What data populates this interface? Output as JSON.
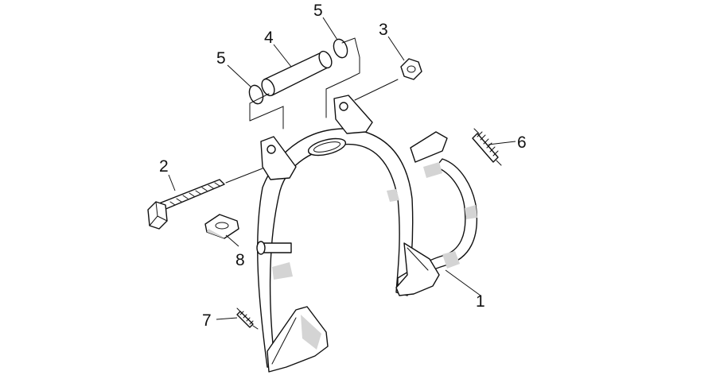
{
  "callouts": [
    {
      "id": "1",
      "text": "1"
    },
    {
      "id": "2",
      "text": "2"
    },
    {
      "id": "3",
      "text": "3"
    },
    {
      "id": "4",
      "text": "4"
    },
    {
      "id": "5a",
      "text": "5"
    },
    {
      "id": "5b",
      "text": "5"
    },
    {
      "id": "6",
      "text": "6"
    },
    {
      "id": "7",
      "text": "7"
    },
    {
      "id": "8",
      "text": "8"
    }
  ]
}
